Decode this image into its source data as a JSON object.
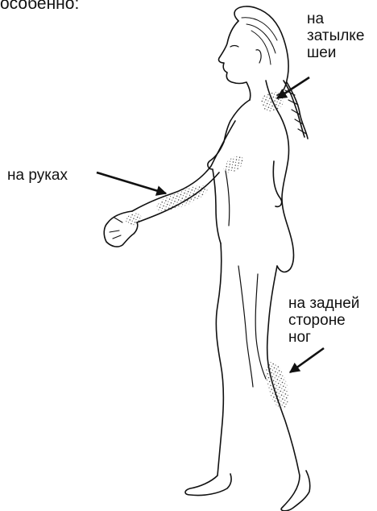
{
  "heading": {
    "text": "особенно:"
  },
  "labels": {
    "neck": "на\nзатылке\nшеи",
    "arms": "на руках",
    "legs": "на задней\nстороне\nног"
  },
  "colors": {
    "ink": "#111111",
    "background": "#ffffff"
  }
}
